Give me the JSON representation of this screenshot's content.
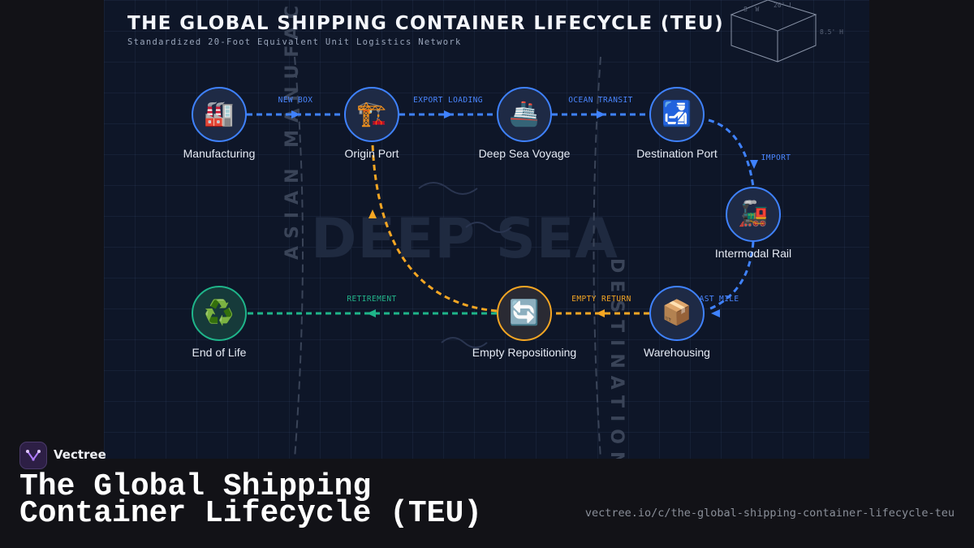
{
  "diagram": {
    "title": "THE GLOBAL SHIPPING CONTAINER LIFECYCLE (TEU)",
    "subtitle": "Standardized 20-Foot Equivalent Unit Logistics Network",
    "watermark": "DEEP SEA",
    "regions": {
      "left": "ASIAN MANUFACTURING",
      "right": "DESTINATION"
    },
    "dimensions": {
      "width": "8' W",
      "length": "20' L",
      "height": "8.5' H"
    },
    "nodes": [
      {
        "id": "manufacturing",
        "label": "Manufacturing",
        "icon": "factory-icon",
        "glyph": "🏭",
        "color": "#3f82ff"
      },
      {
        "id": "origin-port",
        "label": "Origin Port",
        "icon": "crane-icon",
        "glyph": "🏗️",
        "color": "#3f82ff"
      },
      {
        "id": "deep-sea-voyage",
        "label": "Deep Sea Voyage",
        "icon": "ship-icon",
        "glyph": "🚢",
        "color": "#3f82ff"
      },
      {
        "id": "destination-port",
        "label": "Destination Port",
        "icon": "customs-icon",
        "glyph": "🛃",
        "color": "#3f82ff"
      },
      {
        "id": "intermodal-rail",
        "label": "Intermodal Rail",
        "icon": "locomotive-icon",
        "glyph": "🚂",
        "color": "#3f82ff"
      },
      {
        "id": "warehousing",
        "label": "Warehousing",
        "icon": "package-icon",
        "glyph": "📦",
        "color": "#3f82ff"
      },
      {
        "id": "empty-repositioning",
        "label": "Empty Repositioning",
        "icon": "repeat-icon",
        "glyph": "🔄",
        "color": "#f5a623"
      },
      {
        "id": "end-of-life",
        "label": "End of Life",
        "icon": "recycle-icon",
        "glyph": "♻️",
        "color": "#1fb58a"
      }
    ],
    "edges": [
      {
        "from": "manufacturing",
        "to": "origin-port",
        "label": "NEW BOX",
        "color": "#3f82ff"
      },
      {
        "from": "origin-port",
        "to": "deep-sea-voyage",
        "label": "EXPORT LOADING",
        "color": "#3f82ff"
      },
      {
        "from": "deep-sea-voyage",
        "to": "destination-port",
        "label": "OCEAN TRANSIT",
        "color": "#3f82ff"
      },
      {
        "from": "destination-port",
        "to": "intermodal-rail",
        "label": "IMPORT",
        "color": "#3f82ff"
      },
      {
        "from": "intermodal-rail",
        "to": "warehousing",
        "label": "LAST MILE",
        "color": "#3f82ff"
      },
      {
        "from": "warehousing",
        "to": "empty-repositioning",
        "label": "EMPTY RETURN",
        "color": "#f5a623"
      },
      {
        "from": "empty-repositioning",
        "to": "origin-port",
        "label": "",
        "color": "#f5a623"
      },
      {
        "from": "empty-repositioning",
        "to": "end-of-life",
        "label": "RETIREMENT",
        "color": "#1fb58a"
      }
    ]
  },
  "footer": {
    "brand": "Vectree",
    "title": "The Global Shipping Container Lifecycle (TEU)",
    "url": "vectree.io/c/the-global-shipping-container-lifecycle-teu"
  }
}
